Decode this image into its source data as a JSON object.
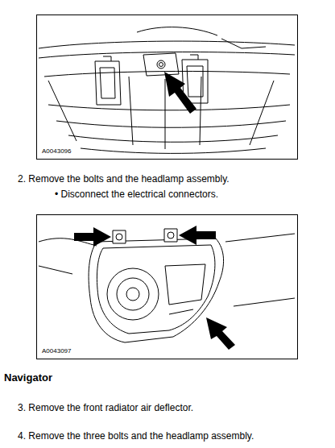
{
  "diagram": {
    "title": "Navigator",
    "labels": [
      "A0043096",
      "2.  Remove the bolts and the headlamp assembly.",
      "•  Disconnect the electrical connectors.",
      "A0043097",
      "3.  Remove the front radiator air deflector.",
      "4.  Remove the three bolts and the headlamp assembly."
    ]
  }
}
